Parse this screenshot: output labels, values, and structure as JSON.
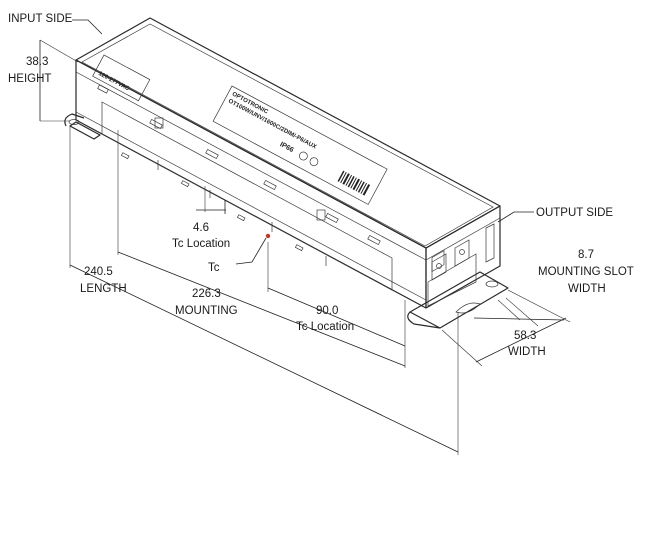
{
  "labels": {
    "input_side": "INPUT SIDE",
    "output_side": "OUTPUT SIDE",
    "height_value": "38.3",
    "height_name": "HEIGHT",
    "tc_small_value": "4.6",
    "tc_small_name": "Tc Location",
    "tc": "Tc",
    "length_value": "240.5",
    "length_name": "LENGTH",
    "mounting_value": "226.3",
    "mounting_name": "MOUNTING",
    "tc_large_value": "90.0",
    "tc_large_name": "Tc Location",
    "slot_value": "8.7",
    "slot_name_1": "MOUNTING SLOT",
    "slot_name_2": "WIDTH",
    "width_value": "58.3",
    "width_name": "WIDTH"
  },
  "product_label": {
    "brand": "OPTOTRONIC",
    "model": "OT100W/UNV/1600C/2DIM/-P6/AUX",
    "voltage": "120-277VAC",
    "ip_rating": "IP66"
  },
  "colors": {
    "line": "#2a2a2a",
    "tc_dot": "#c0392b"
  }
}
